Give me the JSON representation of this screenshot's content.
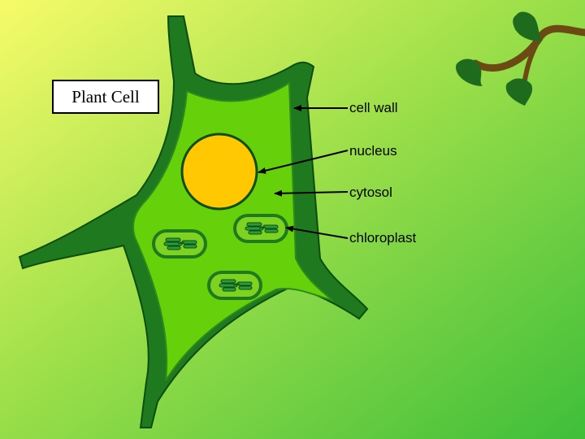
{
  "title": "Plant Cell",
  "labels": {
    "cell_wall": "cell wall",
    "nucleus": "nucleus",
    "cytosol": "cytosol",
    "chloroplast": "chloroplast"
  },
  "colors": {
    "background_light": "#f7fb6a",
    "background_dark": "#4ec43a",
    "cell_wall": "#1f7a1f",
    "cytosol": "#66d10a",
    "nucleus": "#ffc800",
    "chloroplast_fill": "#7ed321",
    "chloroplast_stack": "#2a9a3a",
    "vine": "#6b4a14",
    "leaf": "#1e6b1e"
  }
}
